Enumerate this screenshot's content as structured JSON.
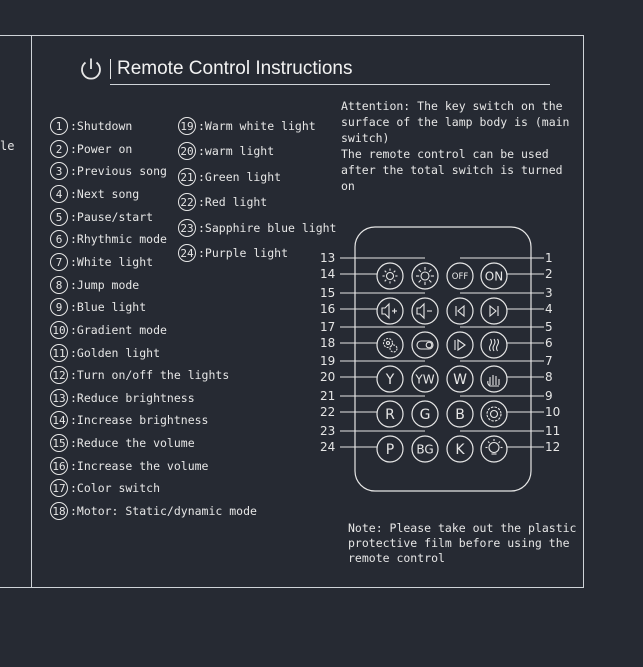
{
  "page": {
    "edge_text": "le",
    "title": "Remote Control Instructions",
    "attention": "Attention: The key switch on the surface of the lamp body is (main switch)",
    "attention2": "The remote control can be used after the total switch is turned on",
    "note": "Note: Please take out the plastic protective film before using the remote control",
    "icons": {
      "title": "power-icon"
    }
  },
  "legend_left": [
    {
      "n": "1",
      "label": ":Shutdown"
    },
    {
      "n": "2",
      "label": ":Power on"
    },
    {
      "n": "3",
      "label": ":Previous song"
    },
    {
      "n": "4",
      "label": ":Next song"
    },
    {
      "n": "5",
      "label": ":Pause/start"
    },
    {
      "n": "6",
      "label": ":Rhythmic mode"
    },
    {
      "n": "7",
      "label": ":White light"
    },
    {
      "n": "8",
      "label": ":Jump mode"
    },
    {
      "n": "9",
      "label": ":Blue light"
    },
    {
      "n": "10",
      "label": ":Gradient mode"
    },
    {
      "n": "11",
      "label": ":Golden light"
    },
    {
      "n": "12",
      "label": ":Turn on/off the lights"
    },
    {
      "n": "13",
      "label": ":Reduce brightness"
    },
    {
      "n": "14",
      "label": ":Increase brightness"
    },
    {
      "n": "15",
      "label": ":Reduce the volume"
    },
    {
      "n": "16",
      "label": ":Increase the volume"
    },
    {
      "n": "17",
      "label": ":Color switch"
    },
    {
      "n": "18",
      "label": ":Motor: Static/dynamic mode"
    }
  ],
  "legend_right": [
    {
      "n": "19",
      "label": ":Warm white light"
    },
    {
      "n": "20",
      "label": ":warm light"
    },
    {
      "n": "21",
      "label": ":Green light"
    },
    {
      "n": "22",
      "label": ":Red light"
    },
    {
      "n": "23",
      "label": ":Sapphire blue light"
    },
    {
      "n": "24",
      "label": ":Purple light"
    }
  ],
  "remote": {
    "buttons": [
      {
        "name": "brightness-down-button",
        "icon": "sun-small-icon",
        "text": ""
      },
      {
        "name": "brightness-up-button",
        "icon": "sun-large-icon",
        "text": ""
      },
      {
        "name": "off-button",
        "icon": "",
        "text": "OFF"
      },
      {
        "name": "on-button",
        "icon": "",
        "text": "ON"
      },
      {
        "name": "volume-up-button",
        "icon": "speaker-plus-icon",
        "text": ""
      },
      {
        "name": "volume-down-button",
        "icon": "speaker-minus-icon",
        "text": ""
      },
      {
        "name": "previous-button",
        "icon": "skip-back-icon",
        "text": ""
      },
      {
        "name": "next-button",
        "icon": "skip-forward-icon",
        "text": ""
      },
      {
        "name": "motor-button",
        "icon": "gears-icon",
        "text": ""
      },
      {
        "name": "color-switch-button",
        "icon": "toggle-icon",
        "text": ""
      },
      {
        "name": "pause-start-button",
        "icon": "play-pause-icon",
        "text": ""
      },
      {
        "name": "rhythm-button",
        "icon": "music-icon",
        "text": ""
      },
      {
        "name": "yellow-button",
        "icon": "",
        "text": "Y"
      },
      {
        "name": "warm-white-button",
        "icon": "",
        "text": "YW"
      },
      {
        "name": "white-button",
        "icon": "",
        "text": "W"
      },
      {
        "name": "jump-button",
        "icon": "hand-icon",
        "text": ""
      },
      {
        "name": "red-button",
        "icon": "",
        "text": "R"
      },
      {
        "name": "green-button",
        "icon": "",
        "text": "G"
      },
      {
        "name": "blue-button",
        "icon": "",
        "text": "B"
      },
      {
        "name": "gradient-button",
        "icon": "palette-icon",
        "text": ""
      },
      {
        "name": "purple-button",
        "icon": "",
        "text": "P"
      },
      {
        "name": "sapphire-button",
        "icon": "",
        "text": "BG"
      },
      {
        "name": "golden-button",
        "icon": "",
        "text": "K"
      },
      {
        "name": "lights-button",
        "icon": "bulb-icon",
        "text": ""
      }
    ],
    "labels_left": [
      "13",
      "14",
      "15",
      "16",
      "17",
      "18",
      "19",
      "20",
      "21",
      "22",
      "23",
      "24"
    ],
    "labels_right": [
      "1",
      "2",
      "3",
      "4",
      "5",
      "6",
      "7",
      "8",
      "9",
      "10",
      "11",
      "12"
    ]
  }
}
